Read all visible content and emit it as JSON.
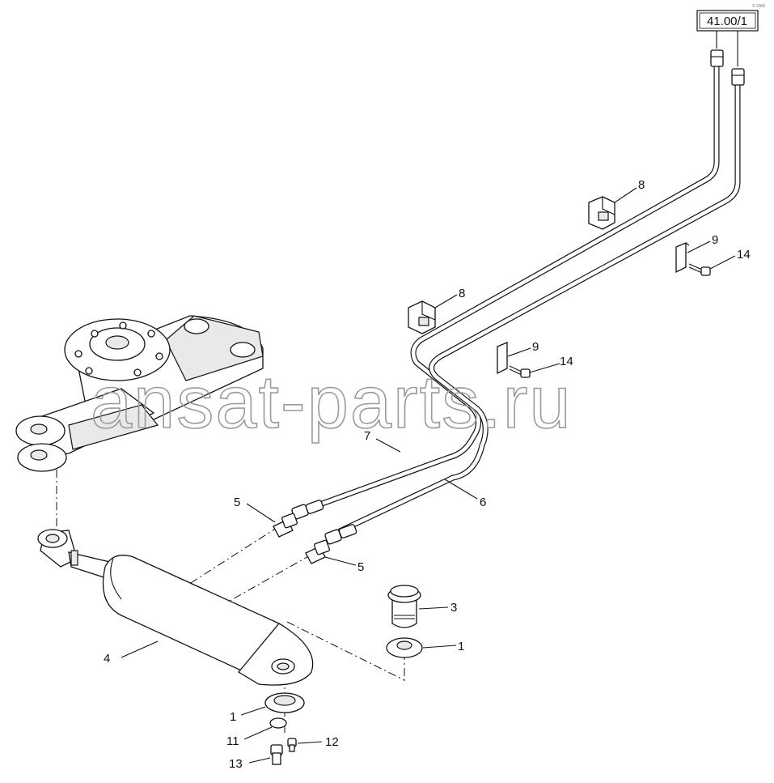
{
  "reference_box": "41.00/1",
  "corner_mark": "© 0000",
  "watermark": "ansat-parts.ru",
  "callouts": [
    {
      "id": "c8a",
      "text": "8"
    },
    {
      "id": "c9a",
      "text": "9"
    },
    {
      "id": "c14a",
      "text": "14"
    },
    {
      "id": "c8b",
      "text": "8"
    },
    {
      "id": "c9b",
      "text": "9"
    },
    {
      "id": "c14b",
      "text": "14"
    },
    {
      "id": "c7",
      "text": "7"
    },
    {
      "id": "c6",
      "text": "6"
    },
    {
      "id": "c5a",
      "text": "5"
    },
    {
      "id": "c5b",
      "text": "5"
    },
    {
      "id": "c3",
      "text": "3"
    },
    {
      "id": "c1a",
      "text": "1"
    },
    {
      "id": "c4",
      "text": "4"
    },
    {
      "id": "c1b",
      "text": "1"
    },
    {
      "id": "c11",
      "text": "11"
    },
    {
      "id": "c12",
      "text": "12"
    },
    {
      "id": "c13",
      "text": "13"
    }
  ]
}
